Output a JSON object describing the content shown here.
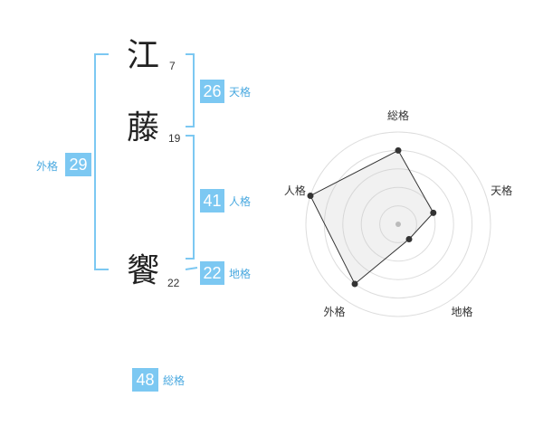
{
  "name": {
    "chars": [
      {
        "char": "江",
        "strokes": "7"
      },
      {
        "char": "藤",
        "strokes": "19"
      },
      {
        "char": "饗",
        "strokes": "22"
      }
    ]
  },
  "fortune": {
    "tenkaku": {
      "value": "26",
      "label": "天格"
    },
    "jinkaku": {
      "value": "41",
      "label": "人格"
    },
    "chikaku": {
      "value": "22",
      "label": "地格"
    },
    "gaikaku": {
      "value": "29",
      "label": "外格"
    },
    "soukaku": {
      "value": "48",
      "label": "総格"
    }
  },
  "colors": {
    "accent": "#7cc8f2",
    "accent_text": "#4aa9e0",
    "bracket": "#7cc8f2"
  },
  "chart_data": {
    "type": "radar",
    "categories": [
      "総格",
      "天格",
      "地格",
      "外格",
      "人格"
    ],
    "values": [
      4,
      2,
      1,
      4,
      5
    ],
    "rlim": [
      0,
      5
    ],
    "grid": true
  }
}
